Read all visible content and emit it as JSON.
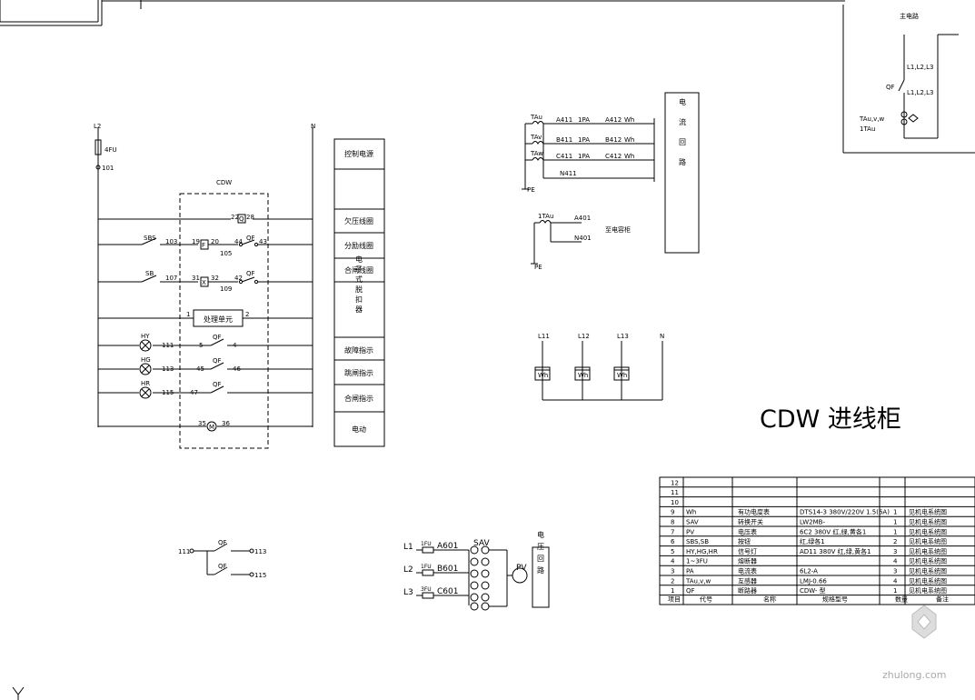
{
  "bus": {
    "l2": "L2",
    "n": "N"
  },
  "fuse_4fu": "4FU",
  "node_101": "101",
  "cdw_label": "CDW",
  "side_labels": [
    "控制电源",
    "欠压线圈",
    "分励线圈",
    "合闸线圈",
    "电子式脱扣器",
    "故障指示",
    "跳闸指示",
    "合闸指示",
    "电动"
  ],
  "control": {
    "term_22": "22",
    "term_28": "28",
    "sbs": "SBS",
    "n103": "103",
    "t19": "19",
    "f_box": "F",
    "t20": "20",
    "t44": "44",
    "qf1": "QF",
    "t43": "43",
    "n105": "105",
    "sb": "SB",
    "n107": "107",
    "t31": "31",
    "x_box": "X",
    "t32": "32",
    "t42": "42",
    "qf2": "QF",
    "n109": "109",
    "one": "1",
    "proc": "处理单元",
    "two": "2",
    "hy": "HY",
    "n111": "111",
    "five": "5",
    "qf3": "QF",
    "four": "4",
    "hg": "HG",
    "n113": "113",
    "t45": "45",
    "qf4": "QF",
    "t46": "46",
    "hr": "HR",
    "n115": "115",
    "t47": "47",
    "qf5": "QF",
    "t35": "35",
    "m": "M",
    "t36": "36"
  },
  "aux": {
    "n111": "111",
    "qf_a": "QF",
    "n113": "113",
    "qf_b": "QF",
    "n115": "115"
  },
  "current_circuit": {
    "ta1": "TAu",
    "a411": "A411",
    "pa1": "1PA",
    "a412": "A412",
    "wh1": "Wh",
    "ta2": "TAv",
    "b411": "B411",
    "pa2": "1PA",
    "b412": "B412",
    "wh2": "Wh",
    "ta3": "TAw",
    "c411": "C411",
    "pa3": "1PA",
    "c412": "C412",
    "wh3": "Wh",
    "n411": "N411",
    "pe": "PE",
    "ta4": "1TAu",
    "a401": "A401",
    "n401": "N401",
    "note": "至电容柜",
    "pe2": "PE",
    "box": "电流回路"
  },
  "voltage_meters": {
    "l11": "L11",
    "l12": "L12",
    "l13": "L13",
    "n": "N",
    "m1": "Wh",
    "m2": "Wh",
    "m3": "Wh"
  },
  "voltage_circuit": {
    "l1": "L1",
    "l2": "L2",
    "l3": "L3",
    "fu1": "1FU",
    "fu2": "1FU",
    "fu3": "3FU",
    "a601": "A601",
    "b601": "B601",
    "c601": "C601",
    "sav": "SAV",
    "pv": "PV",
    "box": "电压回路"
  },
  "main_circuit": {
    "title": "主电路",
    "bus": "L1,L2,L3",
    "qf": "QF",
    "bus2": "L1,L2,L3",
    "ta": "TAu,v,w",
    "ta2": "1TAu"
  },
  "title": "CDW 进线柜",
  "bom": {
    "rows": [
      [
        "12",
        "",
        "",
        "",
        "",
        ""
      ],
      [
        "11",
        "",
        "",
        "",
        "",
        ""
      ],
      [
        "10",
        "",
        "",
        "",
        "",
        ""
      ],
      [
        "9",
        "Wh",
        "有功电度表",
        "DTS14-3 380V/220V 1.5(6A)",
        "1",
        "见机电系统图"
      ],
      [
        "8",
        "SAV",
        "转换开关",
        "LW2MB-",
        "1",
        "见机电系统图"
      ],
      [
        "7",
        "PV",
        "电压表",
        "6C2 380V 红,绿,黄各1",
        "1",
        "见机电系统图"
      ],
      [
        "6",
        "SBS,SB",
        "按钮",
        "红,绿各1",
        "2",
        "见机电系统图"
      ],
      [
        "5",
        "HY,HG,HR",
        "信号灯",
        "AD11 380V 红,绿,黄各1",
        "3",
        "见机电系统图"
      ],
      [
        "4",
        "1~3FU",
        "熔断器",
        "",
        "4",
        "见机电系统图"
      ],
      [
        "3",
        "PA",
        "电流表",
        "6L2-A",
        "3",
        "见机电系统图"
      ],
      [
        "2",
        "TAu,v,w",
        "互感器",
        "LMJ-0.66",
        "4",
        "见机电系统图"
      ],
      [
        "1",
        "QF",
        "断路器",
        "CDW- 型",
        "1",
        "见机电系统图"
      ]
    ],
    "header": [
      "项目",
      "代号",
      "名称",
      "规格型号",
      "数量",
      "备注"
    ]
  },
  "watermark": "zhulong.com"
}
